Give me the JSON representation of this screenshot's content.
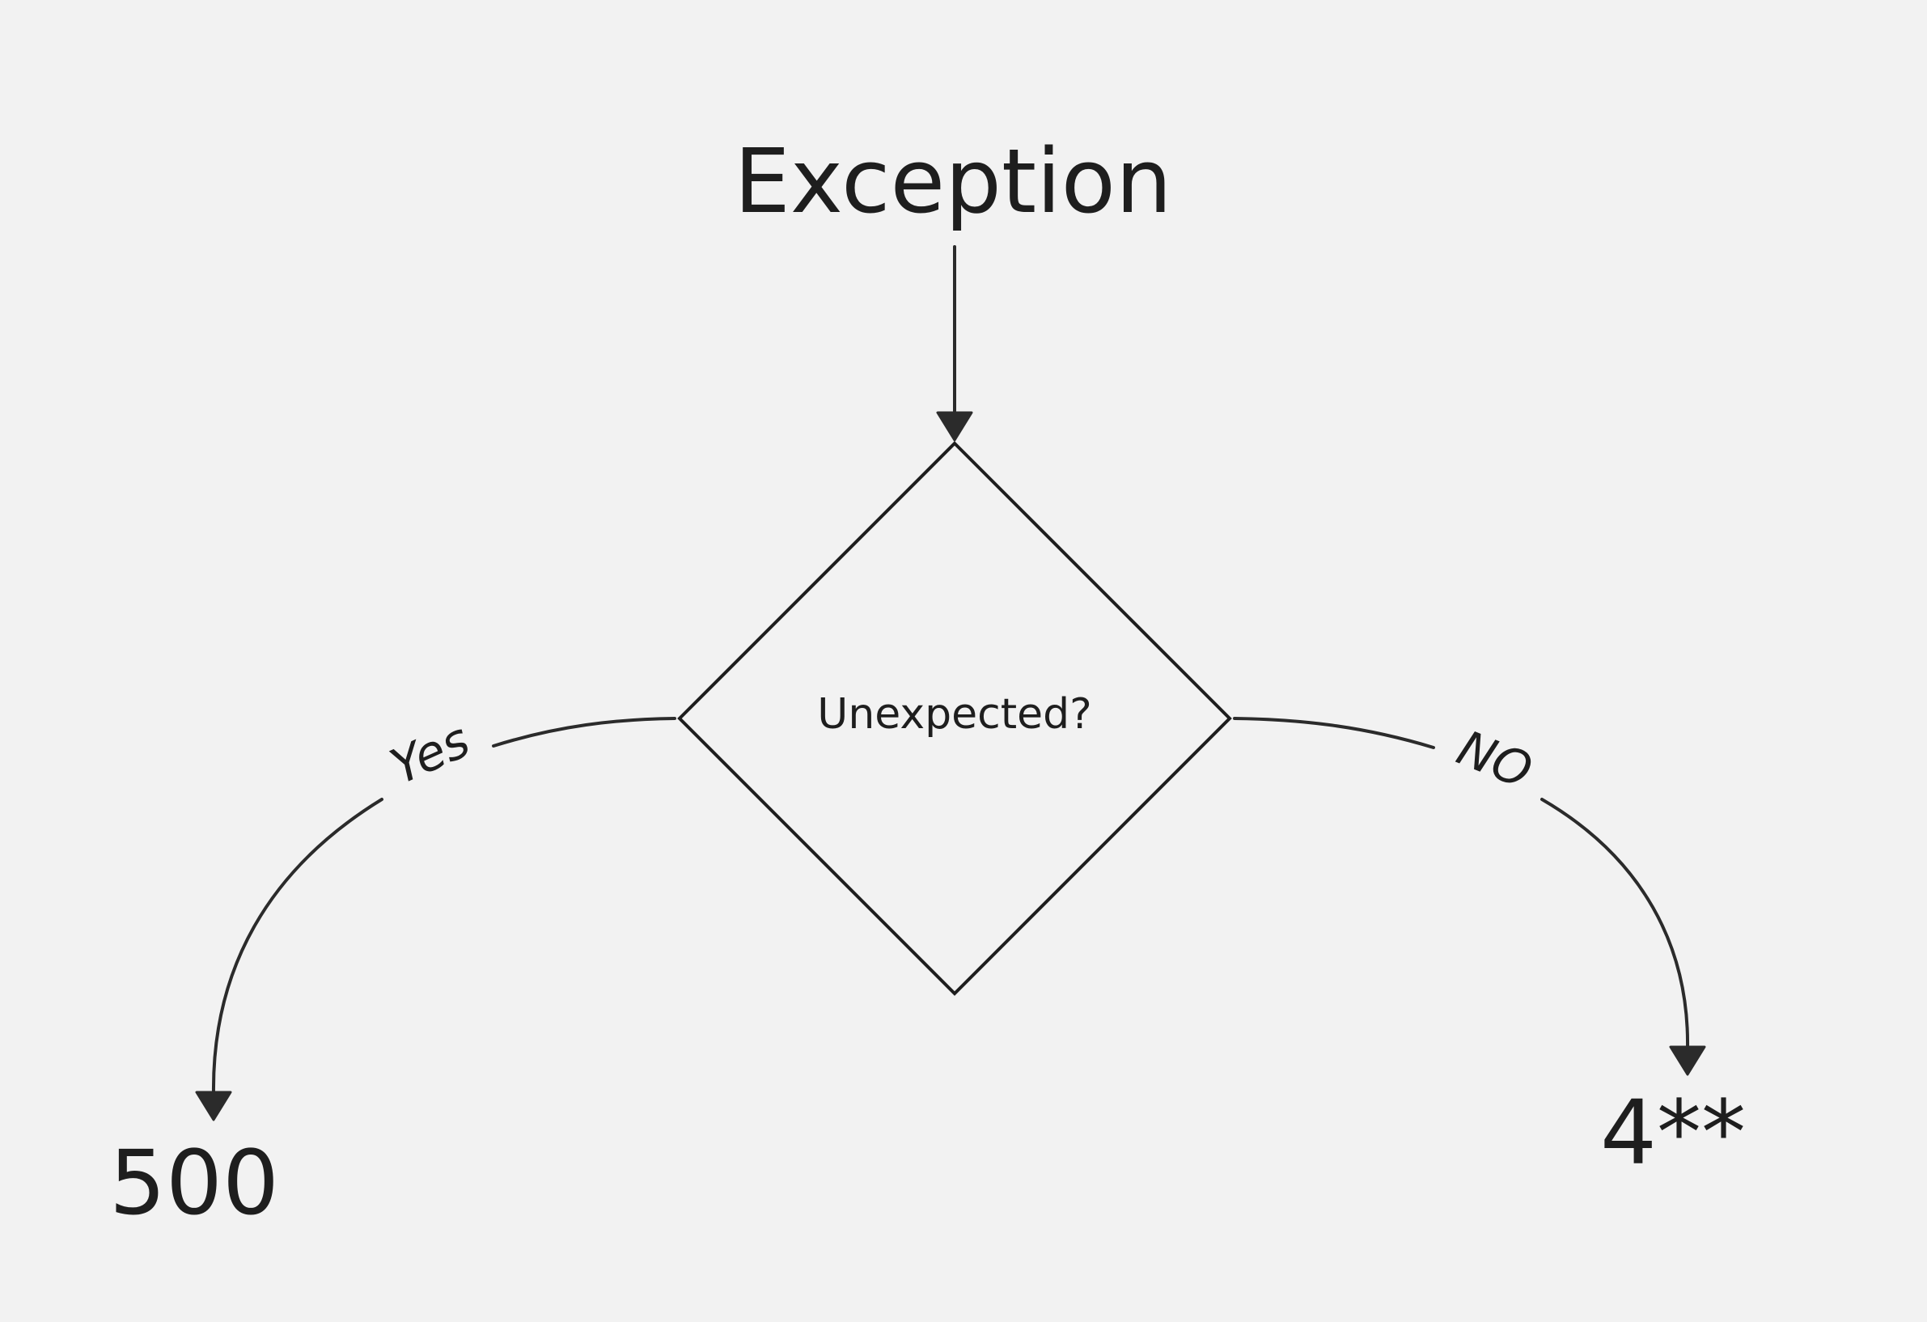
{
  "diagram": {
    "nodes": {
      "exception": {
        "label": "Exception"
      },
      "unexpected": {
        "label": "Unexpected?"
      },
      "server_error": {
        "label": "500"
      },
      "client_error": {
        "label": "4**"
      }
    },
    "edges": {
      "yes": {
        "label": "Yes",
        "from": "unexpected",
        "to": "server_error"
      },
      "no": {
        "label": "NO",
        "from": "unexpected",
        "to": "client_error"
      }
    },
    "colors": {
      "background": "#f2f2f2",
      "stroke": "#2b2b2b",
      "text": "#1e1e1e"
    }
  }
}
